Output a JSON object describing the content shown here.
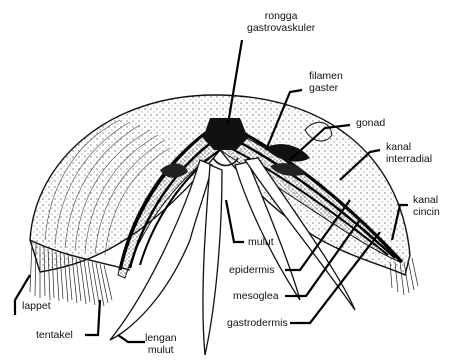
{
  "labels": {
    "rongga_gastrovaskuler": [
      "rongga",
      "gastrovaskuler"
    ],
    "filamen_gaster": [
      "filamen",
      "gaster"
    ],
    "gonad": "gonad",
    "kanal_interradial": [
      "kanal",
      "interradial"
    ],
    "kanal_cincin": [
      "kanal",
      "cincin"
    ],
    "mulut": "mulut",
    "epidermis": "epidermis",
    "mesoglea": "mesoglea",
    "gastrodermis": "gastrodermis",
    "lappet": "lappet",
    "tentakel": "tentakel",
    "lengan_mulut": [
      "lengan",
      "mulut"
    ]
  }
}
